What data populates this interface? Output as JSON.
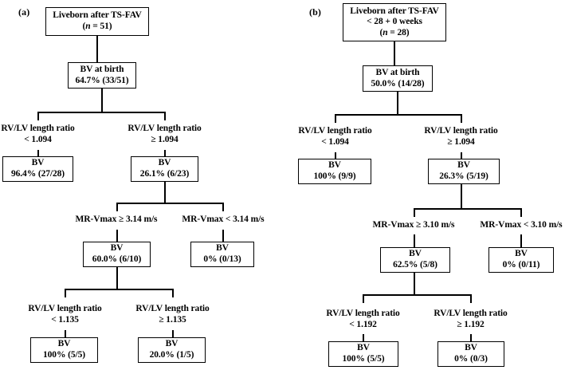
{
  "figure": {
    "panels": [
      {
        "id": "a",
        "label": "(a)",
        "root": {
          "line1": "Liveborn after TS-FAV",
          "line2_italic": "n",
          "line2_rest": " = 51)",
          "line2_full": "(n = 51)"
        },
        "birth": {
          "line1": "BV at birth",
          "line2": "64.7% (33/51)"
        },
        "split1": {
          "left_label_line1": "RV/LV length ratio",
          "left_label_line2": "< 1.094",
          "right_label_line1": "RV/LV length ratio",
          "right_label_line2": "≥ 1.094"
        },
        "left_node": {
          "line1": "BV",
          "line2": "96.4% (27/28)"
        },
        "right_node": {
          "line1": "BV",
          "line2": "26.1% (6/23)"
        },
        "split2": {
          "left_label": "MR-Vmax ≥ 3.14 m/s",
          "right_label": "MR-Vmax < 3.14 m/s"
        },
        "mid_left_node": {
          "line1": "BV",
          "line2": "60.0% (6/10)"
        },
        "mid_right_node": {
          "line1": "BV",
          "line2": "0% (0/13)"
        },
        "split3": {
          "left_label_line1": "RV/LV length ratio",
          "left_label_line2": "< 1.135",
          "right_label_line1": "RV/LV length ratio",
          "right_label_line2": "≥ 1.135"
        },
        "leaf_left": {
          "line1": "BV",
          "line2": "100% (5/5)"
        },
        "leaf_right": {
          "line1": "BV",
          "line2": "20.0% (1/5)"
        }
      },
      {
        "id": "b",
        "label": "(b)",
        "root": {
          "line1": "Liveborn after TS-FAV",
          "line2": "< 28 + 0 weeks",
          "line3_full": "(n = 28)"
        },
        "birth": {
          "line1": "BV at birth",
          "line2": "50.0% (14/28)"
        },
        "split1": {
          "left_label_line1": "RV/LV length ratio",
          "left_label_line2": "< 1.094",
          "right_label_line1": "RV/LV length ratio",
          "right_label_line2": "≥ 1.094"
        },
        "left_node": {
          "line1": "BV",
          "line2": "100% (9/9)"
        },
        "right_node": {
          "line1": "BV",
          "line2": "26.3% (5/19)"
        },
        "split2": {
          "left_label": "MR-Vmax ≥ 3.10 m/s",
          "right_label": "MR-Vmax < 3.10 m/s"
        },
        "mid_left_node": {
          "line1": "BV",
          "line2": "62.5% (5/8)"
        },
        "mid_right_node": {
          "line1": "BV",
          "line2": "0% (0/11)"
        },
        "split3": {
          "left_label_line1": "RV/LV length ratio",
          "left_label_line2": "< 1.192",
          "right_label_line1": "RV/LV length ratio",
          "right_label_line2": "≥ 1.192"
        },
        "leaf_left": {
          "line1": "BV",
          "line2": "100% (5/5)"
        },
        "leaf_right": {
          "line1": "BV",
          "line2": "0% (0/3)"
        }
      }
    ],
    "colors": {
      "line": "#000000",
      "text": "#000000",
      "background": "#ffffff"
    }
  }
}
